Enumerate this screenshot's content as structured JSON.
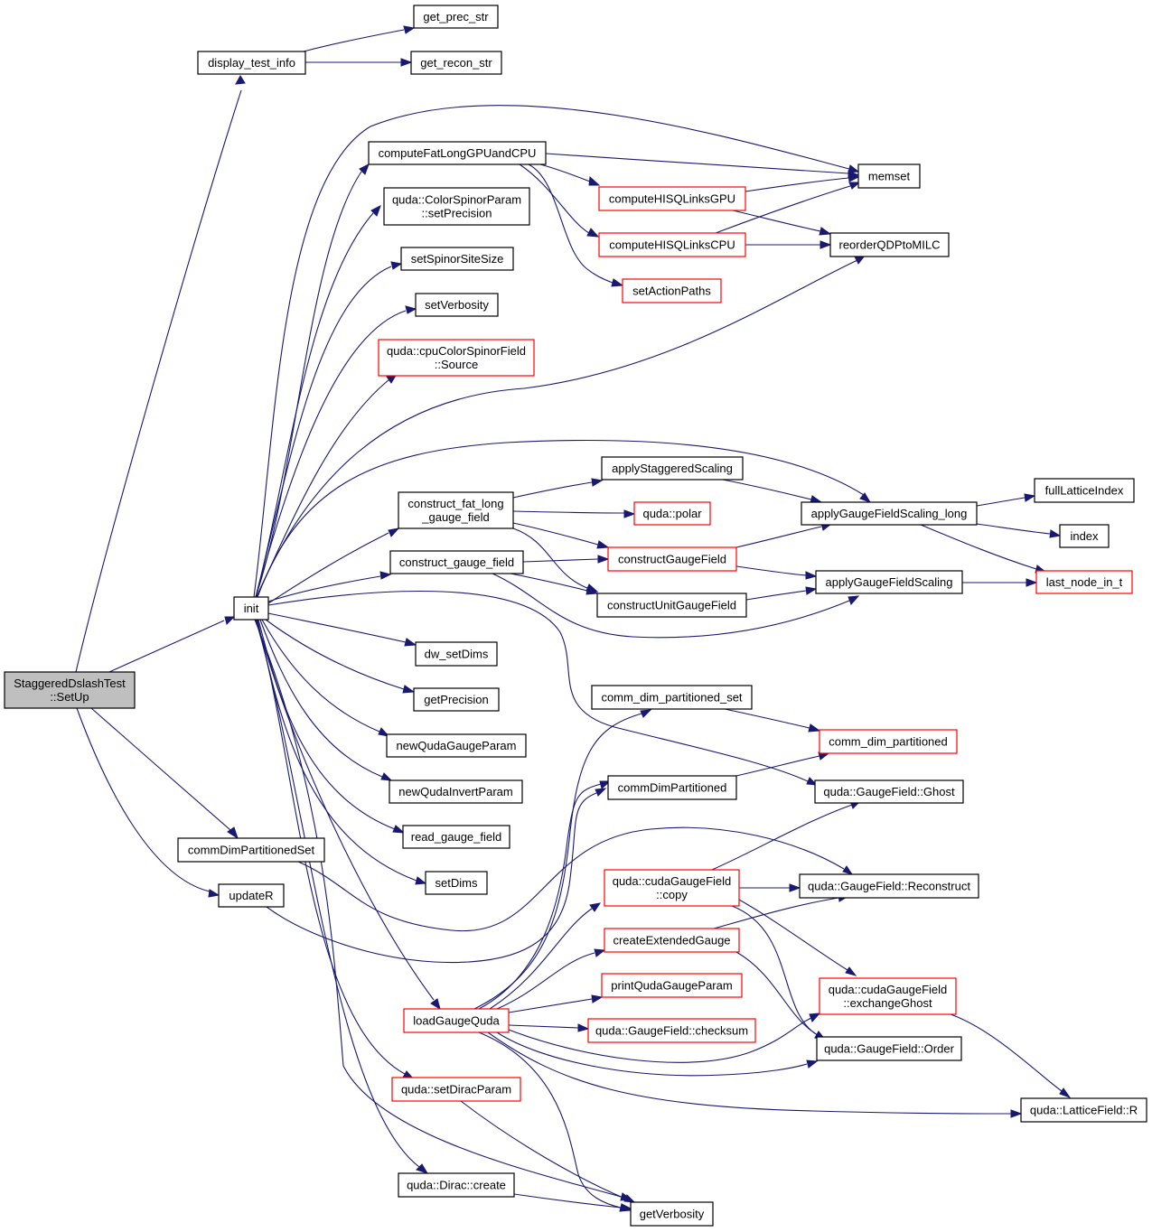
{
  "colors": {
    "edge": "#191970",
    "border_normal": "#000000",
    "border_truncated": "#ff0000",
    "root_fill": "#bfbfbf",
    "node_fill": "#ffffff"
  },
  "nodes": {
    "setup": {
      "lines": [
        "StaggeredDslashTest",
        "::SetUp"
      ],
      "kind": "root"
    },
    "display_test_info": {
      "lines": [
        "display_test_info"
      ],
      "kind": "normal"
    },
    "get_prec_str": {
      "lines": [
        "get_prec_str"
      ],
      "kind": "normal"
    },
    "get_recon_str": {
      "lines": [
        "get_recon_str"
      ],
      "kind": "normal"
    },
    "computeFatLong": {
      "lines": [
        "computeFatLongGPUandCPU"
      ],
      "kind": "normal"
    },
    "memset": {
      "lines": [
        "memset"
      ],
      "kind": "normal"
    },
    "hisqGPU": {
      "lines": [
        "computeHISQLinksGPU"
      ],
      "kind": "truncated"
    },
    "hisqCPU": {
      "lines": [
        "computeHISQLinksCPU"
      ],
      "kind": "truncated"
    },
    "reorder": {
      "lines": [
        "reorderQDPtoMILC"
      ],
      "kind": "normal"
    },
    "setActionPaths": {
      "lines": [
        "setActionPaths"
      ],
      "kind": "truncated"
    },
    "setPrecision": {
      "lines": [
        "quda::ColorSpinorParam",
        "::setPrecision"
      ],
      "kind": "normal"
    },
    "setSpinorSiteSize": {
      "lines": [
        "setSpinorSiteSize"
      ],
      "kind": "normal"
    },
    "setVerbosity": {
      "lines": [
        "setVerbosity"
      ],
      "kind": "normal"
    },
    "cpuSource": {
      "lines": [
        "quda::cpuColorSpinorField",
        "::Source"
      ],
      "kind": "truncated"
    },
    "init": {
      "lines": [
        "init"
      ],
      "kind": "normal"
    },
    "applyStaggeredScaling": {
      "lines": [
        "applyStaggeredScaling"
      ],
      "kind": "normal"
    },
    "polar": {
      "lines": [
        "quda::polar"
      ],
      "kind": "truncated"
    },
    "constructFatLong": {
      "lines": [
        "construct_fat_long",
        "_gauge_field"
      ],
      "kind": "normal"
    },
    "applyGaugeFieldScalingLong": {
      "lines": [
        "applyGaugeFieldScaling_long"
      ],
      "kind": "normal"
    },
    "fullLatticeIndex": {
      "lines": [
        "fullLatticeIndex"
      ],
      "kind": "normal"
    },
    "index": {
      "lines": [
        "index"
      ],
      "kind": "normal"
    },
    "constructGaugeFieldLC": {
      "lines": [
        "construct_gauge_field"
      ],
      "kind": "normal"
    },
    "constructGaugeField": {
      "lines": [
        "constructGaugeField"
      ],
      "kind": "truncated"
    },
    "applyGaugeFieldScaling": {
      "lines": [
        "applyGaugeFieldScaling"
      ],
      "kind": "normal"
    },
    "lastNodeInT": {
      "lines": [
        "last_node_in_t"
      ],
      "kind": "truncated"
    },
    "constructUnitGaugeField": {
      "lines": [
        "constructUnitGaugeField"
      ],
      "kind": "normal"
    },
    "dwSetDims": {
      "lines": [
        "dw_setDims"
      ],
      "kind": "normal"
    },
    "getPrecision": {
      "lines": [
        "getPrecision"
      ],
      "kind": "normal"
    },
    "commDimPartitionedSet_lc": {
      "lines": [
        "comm_dim_partitioned_set"
      ],
      "kind": "normal"
    },
    "commDimPartitioned_lc": {
      "lines": [
        "comm_dim_partitioned"
      ],
      "kind": "truncated"
    },
    "newQudaGaugeParam": {
      "lines": [
        "newQudaGaugeParam"
      ],
      "kind": "normal"
    },
    "commDimPartitioned": {
      "lines": [
        "commDimPartitioned"
      ],
      "kind": "normal"
    },
    "gaugeGhost": {
      "lines": [
        "quda::GaugeField::Ghost"
      ],
      "kind": "normal"
    },
    "newQudaInvertParam": {
      "lines": [
        "newQudaInvertParam"
      ],
      "kind": "normal"
    },
    "readGaugeField": {
      "lines": [
        "read_gauge_field"
      ],
      "kind": "normal"
    },
    "commDimPartitionedSet": {
      "lines": [
        "commDimPartitionedSet"
      ],
      "kind": "normal"
    },
    "setDims": {
      "lines": [
        "setDims"
      ],
      "kind": "normal"
    },
    "cudaCopy": {
      "lines": [
        "quda::cudaGaugeField",
        "::copy"
      ],
      "kind": "truncated"
    },
    "reconstruct": {
      "lines": [
        "quda::GaugeField::Reconstruct"
      ],
      "kind": "normal"
    },
    "updateR": {
      "lines": [
        "updateR"
      ],
      "kind": "normal"
    },
    "createExtendedGauge": {
      "lines": [
        "createExtendedGauge"
      ],
      "kind": "truncated"
    },
    "printQudaGaugeParam": {
      "lines": [
        "printQudaGaugeParam"
      ],
      "kind": "truncated"
    },
    "exchangeGhost": {
      "lines": [
        "quda::cudaGaugeField",
        "::exchangeGhost"
      ],
      "kind": "truncated"
    },
    "loadGaugeQuda": {
      "lines": [
        "loadGaugeQuda"
      ],
      "kind": "truncated"
    },
    "checksum": {
      "lines": [
        "quda::GaugeField::checksum"
      ],
      "kind": "truncated"
    },
    "gaugeOrder": {
      "lines": [
        "quda::GaugeField::Order"
      ],
      "kind": "normal"
    },
    "setDiracParam": {
      "lines": [
        "quda::setDiracParam"
      ],
      "kind": "truncated"
    },
    "latticeR": {
      "lines": [
        "quda::LatticeField::R"
      ],
      "kind": "normal"
    },
    "diracCreate": {
      "lines": [
        "quda::Dirac::create"
      ],
      "kind": "normal"
    },
    "getVerbosity": {
      "lines": [
        "getVerbosity"
      ],
      "kind": "normal"
    }
  },
  "edges": [
    [
      "setup",
      "display_test_info"
    ],
    [
      "setup",
      "init"
    ],
    [
      "setup",
      "commDimPartitionedSet"
    ],
    [
      "setup",
      "updateR"
    ],
    [
      "display_test_info",
      "get_prec_str"
    ],
    [
      "display_test_info",
      "get_recon_str"
    ],
    [
      "computeFatLong",
      "memset"
    ],
    [
      "computeFatLong",
      "hisqGPU"
    ],
    [
      "computeFatLong",
      "hisqCPU"
    ],
    [
      "computeFatLong",
      "setActionPaths"
    ],
    [
      "hisqGPU",
      "memset"
    ],
    [
      "hisqGPU",
      "reorder"
    ],
    [
      "hisqCPU",
      "memset"
    ],
    [
      "hisqCPU",
      "reorder"
    ],
    [
      "init",
      "computeFatLong"
    ],
    [
      "init",
      "memset"
    ],
    [
      "init",
      "setPrecision"
    ],
    [
      "init",
      "setSpinorSiteSize"
    ],
    [
      "init",
      "setVerbosity"
    ],
    [
      "init",
      "cpuSource"
    ],
    [
      "init",
      "reorder"
    ],
    [
      "init",
      "applyGaugeFieldScalingLong"
    ],
    [
      "init",
      "constructFatLong"
    ],
    [
      "init",
      "constructGaugeFieldLC"
    ],
    [
      "init",
      "gaugeGhost"
    ],
    [
      "init",
      "dwSetDims"
    ],
    [
      "init",
      "getPrecision"
    ],
    [
      "init",
      "newQudaGaugeParam"
    ],
    [
      "init",
      "newQudaInvertParam"
    ],
    [
      "init",
      "readGaugeField"
    ],
    [
      "init",
      "setDims"
    ],
    [
      "init",
      "loadGaugeQuda"
    ],
    [
      "init",
      "setDiracParam"
    ],
    [
      "init",
      "diracCreate"
    ],
    [
      "init",
      "getVerbosity"
    ],
    [
      "constructFatLong",
      "applyStaggeredScaling"
    ],
    [
      "constructFatLong",
      "polar"
    ],
    [
      "constructFatLong",
      "constructGaugeField"
    ],
    [
      "constructFatLong",
      "constructUnitGaugeField"
    ],
    [
      "applyStaggeredScaling",
      "applyGaugeFieldScalingLong"
    ],
    [
      "applyGaugeFieldScalingLong",
      "fullLatticeIndex"
    ],
    [
      "applyGaugeFieldScalingLong",
      "index"
    ],
    [
      "applyGaugeFieldScalingLong",
      "lastNodeInT"
    ],
    [
      "constructGaugeFieldLC",
      "constructGaugeField"
    ],
    [
      "constructGaugeFieldLC",
      "constructUnitGaugeField"
    ],
    [
      "constructGaugeFieldLC",
      "applyGaugeFieldScaling"
    ],
    [
      "constructGaugeField",
      "applyGaugeFieldScalingLong"
    ],
    [
      "constructGaugeField",
      "applyGaugeFieldScaling"
    ],
    [
      "constructUnitGaugeField",
      "applyGaugeFieldScaling"
    ],
    [
      "applyGaugeFieldScaling",
      "lastNodeInT"
    ],
    [
      "commDimPartitionedSet_lc",
      "commDimPartitioned_lc"
    ],
    [
      "commDimPartitioned",
      "commDimPartitioned_lc"
    ],
    [
      "commDimPartitionedSet",
      "reconstruct"
    ],
    [
      "updateR",
      "commDimPartitioned"
    ],
    [
      "loadGaugeQuda",
      "commDimPartitionedSet_lc"
    ],
    [
      "loadGaugeQuda",
      "commDimPartitioned"
    ],
    [
      "loadGaugeQuda",
      "cudaCopy"
    ],
    [
      "loadGaugeQuda",
      "createExtendedGauge"
    ],
    [
      "loadGaugeQuda",
      "printQudaGaugeParam"
    ],
    [
      "loadGaugeQuda",
      "checksum"
    ],
    [
      "loadGaugeQuda",
      "exchangeGhost"
    ],
    [
      "loadGaugeQuda",
      "gaugeOrder"
    ],
    [
      "loadGaugeQuda",
      "latticeR"
    ],
    [
      "loadGaugeQuda",
      "getVerbosity"
    ],
    [
      "cudaCopy",
      "gaugeGhost"
    ],
    [
      "cudaCopy",
      "reconstruct"
    ],
    [
      "cudaCopy",
      "exchangeGhost"
    ],
    [
      "cudaCopy",
      "gaugeOrder"
    ],
    [
      "createExtendedGauge",
      "reconstruct"
    ],
    [
      "createExtendedGauge",
      "gaugeOrder"
    ],
    [
      "exchangeGhost",
      "latticeR"
    ],
    [
      "setDiracParam",
      "getVerbosity"
    ],
    [
      "diracCreate",
      "getVerbosity"
    ]
  ]
}
